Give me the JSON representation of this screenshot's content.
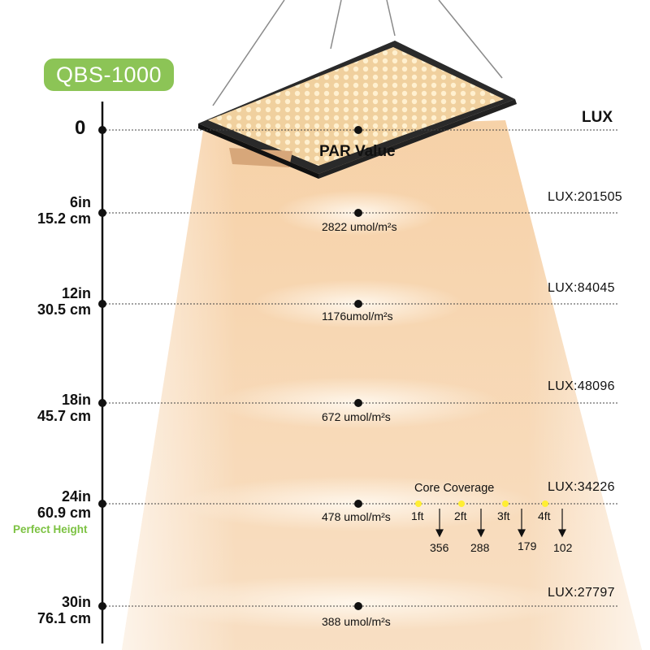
{
  "model_badge": "QBS-1000",
  "lux_title": "LUX",
  "par_title": "PAR Value",
  "zero_label": "0",
  "rows": [
    {
      "inch": "6in",
      "cm": "15.2 cm",
      "par": "2822 umol/m²s",
      "lux": "LUX:201505"
    },
    {
      "inch": "12in",
      "cm": "30.5 cm",
      "par": "1176umol/m²s",
      "lux": "LUX:84045"
    },
    {
      "inch": "18in",
      "cm": "45.7 cm",
      "par": "672 umol/m²s",
      "lux": "LUX:48096"
    },
    {
      "inch": "24in",
      "cm": "60.9 cm",
      "par": "478 umol/m²s",
      "lux": "LUX:34226"
    },
    {
      "inch": "30in",
      "cm": "76.1 cm",
      "par": "388 umol/m²s",
      "lux": "LUX:27797"
    }
  ],
  "perfect_height": "Perfect Height",
  "core_coverage": {
    "title": "Core Coverage",
    "distances": [
      "1ft",
      "2ft",
      "3ft",
      "4ft"
    ],
    "values": [
      "356",
      "288",
      "179",
      "102"
    ]
  },
  "colors": {
    "badge": "#8cc456",
    "perfect_height": "#7cc242",
    "coverage_dot": "#ffee33",
    "light_beam": "#f7d7b0"
  }
}
